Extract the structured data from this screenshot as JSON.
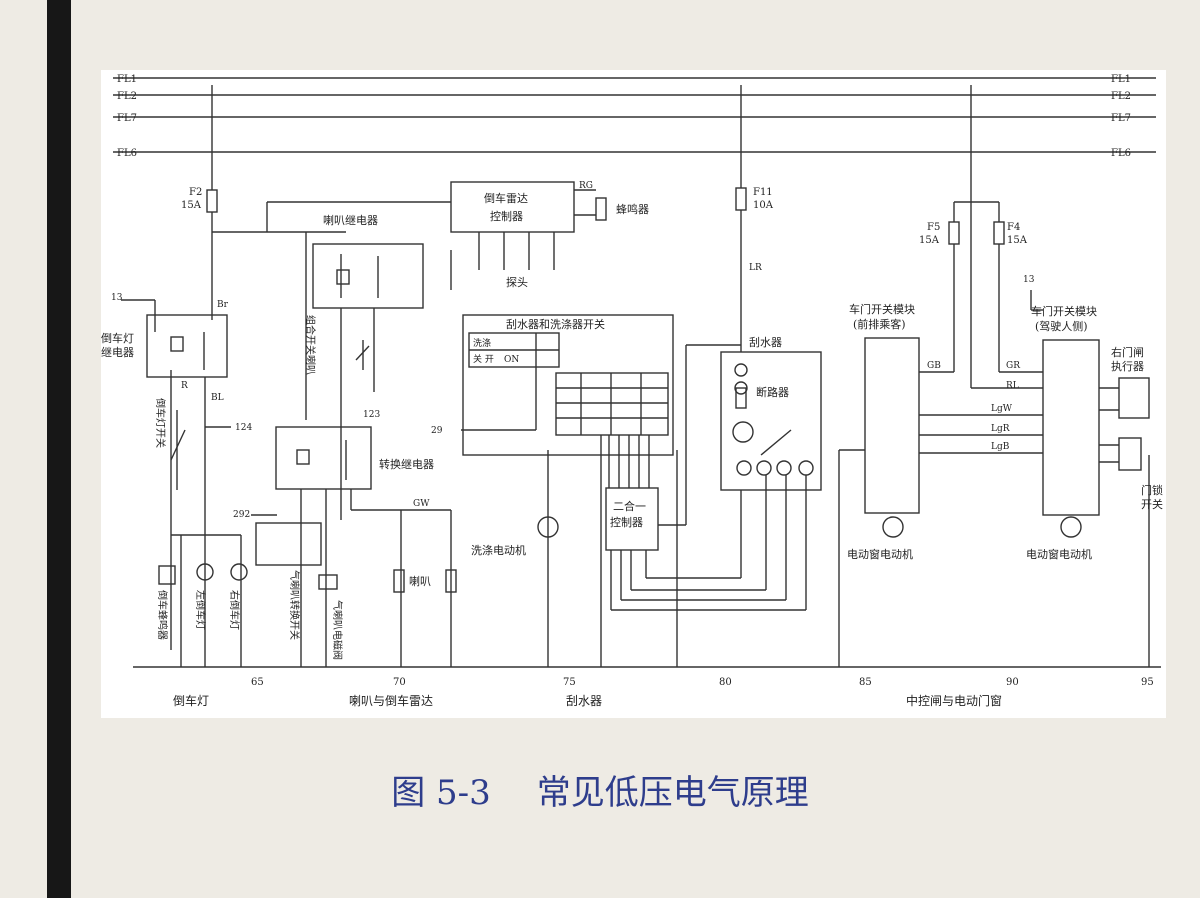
{
  "slide": {
    "caption_number": "图 5-3",
    "caption_title": "常见低压电气原理"
  },
  "diagram": {
    "bus": {
      "fl1": "FL1",
      "fl2": "FL2",
      "fl7": "FL7",
      "fl6": "FL6"
    },
    "fuses": {
      "f2": {
        "name": "F2",
        "rating": "15A"
      },
      "f11": {
        "name": "F11",
        "rating": "10A"
      },
      "f5": {
        "name": "F5",
        "rating": "15A"
      },
      "f4": {
        "name": "F4",
        "rating": "15A"
      }
    },
    "labels": {
      "reverse_radar_ctrl_1": "倒车雷达",
      "reverse_radar_ctrl_2": "控制器",
      "buzzer": "蜂鸣器",
      "probe": "探头",
      "horn_relay": "喇叭继电器",
      "reverse_relay_1": "倒车灯",
      "reverse_relay_2": "继电器",
      "reverse_switch": "倒车灯开关",
      "combo_switch": "组合开关喇叭",
      "turn_relay": "转换继电器",
      "wiper_switch": "刮水器和洗涤器开关",
      "washer_motor": "洗涤电动机",
      "wiper": "刮水器",
      "breaker": "断路器",
      "combiner_1": "二合一",
      "combiner_2": "控制器",
      "door_module_l_1": "车门开关模块",
      "door_module_l_2": "(前排乘客)",
      "door_module_r_1": "车门开关模块",
      "door_module_r_2": "(驾驶人侧)",
      "right_actuator_1": "右门闸",
      "right_actuator_2": "执行器",
      "door_switch_1": "门锁",
      "door_switch_2": "开关",
      "window_motor_l": "电动窗电动机",
      "window_motor_r": "电动窗电动机",
      "horn": "喇叭",
      "air_horn": "气喇叭电磁阀",
      "reverse_buzzer": "倒车蜂鸣器",
      "left_lamp": "左倒车灯",
      "right_lamp": "右倒车灯",
      "horn_switch": "气喇叭转换开关",
      "wash": "洗涤",
      "off_on": "关 开",
      "on": "ON",
      "num_13a": "13",
      "num_13b": "13",
      "num_124": "124",
      "num_123": "123",
      "num_29": "29",
      "num_292": "292",
      "wire_br": "Br",
      "wire_r": "R",
      "wire_bl": "BL",
      "wire_rg": "RG",
      "wire_lr": "LR",
      "wire_gw": "GW",
      "wire_gb": "GB",
      "wire_gr": "GR",
      "wire_rl": "RL",
      "wire_lgw": "LgW",
      "wire_lgr": "LgR",
      "wire_lgb": "LgB"
    },
    "scale": [
      "65",
      "70",
      "75",
      "80",
      "85",
      "90",
      "95"
    ],
    "sections": {
      "reverse_lamp": "倒车灯",
      "horn_radar": "喇叭与倒车雷达",
      "wiper": "刮水器",
      "central_lock": "中控闸与电动门窗"
    }
  }
}
